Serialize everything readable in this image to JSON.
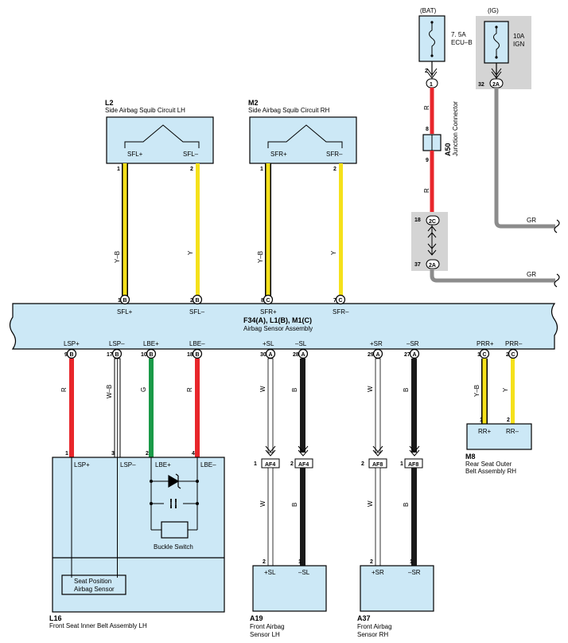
{
  "colors": {
    "box_fill": "#cce8f6",
    "wire_red": "#e8262b",
    "wire_yellow": "#f5e11b",
    "wire_green": "#1a9a48",
    "wire_black": "#1a1a1a",
    "wire_gray": "#8c8c8c",
    "highlight_gray": "#d4d4d4"
  },
  "power": {
    "bat": {
      "label": "(BAT)",
      "fuse_rating": "7. 5A",
      "fuse_name": "ECU–B",
      "pin": "2",
      "conn": "1"
    },
    "ig": {
      "label": "(IG)",
      "fuse_rating": "10A",
      "fuse_name": "IGN",
      "pin": "32",
      "conn": "2A"
    }
  },
  "junction": {
    "id": "A50",
    "name": "Junction Connector",
    "pin_top": "8",
    "pin_bottom": "9",
    "conn_upper": "2C",
    "conn_upper_pin": "18",
    "conn_lower": "2A",
    "conn_lower_pin": "37"
  },
  "gr_labels": {
    "upper": "GR",
    "lower": "GR"
  },
  "squib_lh": {
    "id": "L2",
    "name": "Side Airbag Squib Circuit LH",
    "term1": "SFL+",
    "term2": "SFL–",
    "pin1": "1",
    "pin2": "2",
    "wire1": "Y–B",
    "wire2": "Y"
  },
  "squib_rh": {
    "id": "M2",
    "name": "Side Airbag Squib Circuit RH",
    "term1": "SFR+",
    "term2": "SFR–",
    "pin1": "1",
    "pin2": "2",
    "wire1": "Y–B",
    "wire2": "Y"
  },
  "ecu": {
    "title": "F34(A), L1(B), M1(C)",
    "name": "Airbag Sensor Assembly",
    "top_pins": [
      {
        "num": "1",
        "conn": "B",
        "label": "SFL+"
      },
      {
        "num": "2",
        "conn": "B",
        "label": "SFL–"
      },
      {
        "num": "8",
        "conn": "C",
        "label": "SFR+"
      },
      {
        "num": "7",
        "conn": "C",
        "label": "SFR–"
      }
    ],
    "bottom_pins": [
      {
        "num": "9",
        "conn": "B",
        "label": "LSP+",
        "wire": "R"
      },
      {
        "num": "17",
        "conn": "B",
        "label": "LSP–",
        "wire": "W–B"
      },
      {
        "num": "10",
        "conn": "B",
        "label": "LBE+",
        "wire": "G"
      },
      {
        "num": "18",
        "conn": "B",
        "label": "LBE–",
        "wire": "R"
      },
      {
        "num": "30",
        "conn": "A",
        "label": "+SL",
        "wire": "W"
      },
      {
        "num": "28",
        "conn": "A",
        "label": "–SL",
        "wire": "B"
      },
      {
        "num": "29",
        "conn": "A",
        "label": "+SR",
        "wire": "W"
      },
      {
        "num": "27",
        "conn": "A",
        "label": "–SR",
        "wire": "B"
      },
      {
        "num": "1",
        "conn": "C",
        "label": "PRR+",
        "wire": "Y–B"
      },
      {
        "num": "2",
        "conn": "C",
        "label": "PRR–",
        "wire": "Y"
      }
    ]
  },
  "belt_lh": {
    "id": "L16",
    "name": "Front Seat Inner Belt Assembly LH",
    "terms": [
      "LSP+",
      "LSP–",
      "LBE+",
      "LBE–"
    ],
    "pins": [
      "1",
      "3",
      "2",
      "4"
    ],
    "buckle_switch": "Buckle Switch",
    "seat_sensor_1": "Seat Position",
    "seat_sensor_2": "Airbag Sensor"
  },
  "sensor_lh": {
    "id": "A19",
    "name1": "Front Airbag",
    "name2": "Sensor LH",
    "af": "AF4",
    "af_pin1": "1",
    "af_pin2": "2",
    "pin1": "2",
    "pin2": "1",
    "term1": "+SL",
    "term2": "–SL",
    "wire1": "W",
    "wire2": "B"
  },
  "sensor_rh": {
    "id": "A37",
    "name1": "Front Airbag",
    "name2": "Sensor RH",
    "af": "AF8",
    "af_pin1": "2",
    "af_pin2": "1",
    "pin1": "2",
    "pin2": "1",
    "term1": "+SR",
    "term2": "–SR",
    "wire1": "W",
    "wire2": "B"
  },
  "rear_belt": {
    "id": "M8",
    "name1": "Rear Seat Outer",
    "name2": "Belt Assembly RH",
    "term1": "RR+",
    "term2": "RR–",
    "pin1": "1",
    "pin2": "2"
  }
}
